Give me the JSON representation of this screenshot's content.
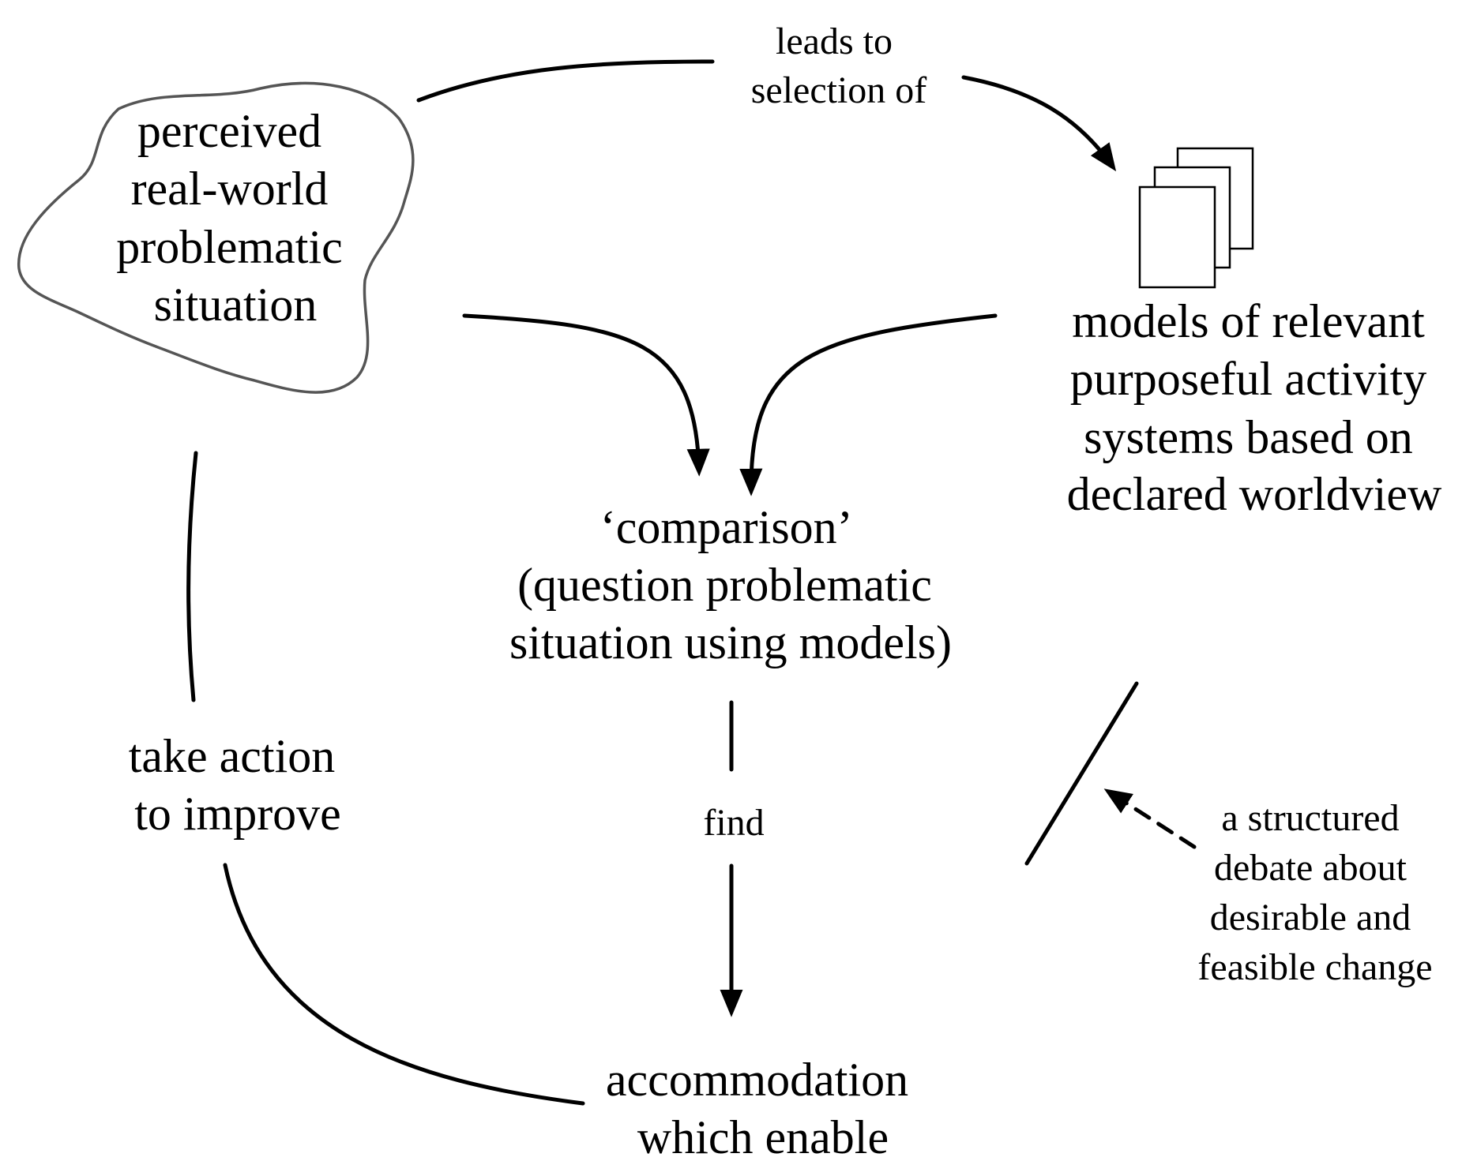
{
  "labels": {
    "problem_situation": [
      "perceived",
      "real-world",
      "problematic",
      "situation"
    ],
    "leads_to": [
      "leads to",
      "selection of"
    ],
    "models": [
      "models of relevant",
      "purposeful activity",
      "systems based on",
      "declared worldview"
    ],
    "comparison": [
      "‘comparison’",
      "(question problematic",
      "situation using models)"
    ],
    "find": "find",
    "accommodation": [
      "accommodation",
      "which enable"
    ],
    "take_action": [
      "take action",
      "to improve"
    ],
    "debate": [
      "a structured",
      "debate about",
      "desirable and",
      "feasible change"
    ]
  },
  "colors": {
    "ink": "#000000",
    "cloud_outline": "#555555",
    "background": "#ffffff"
  }
}
